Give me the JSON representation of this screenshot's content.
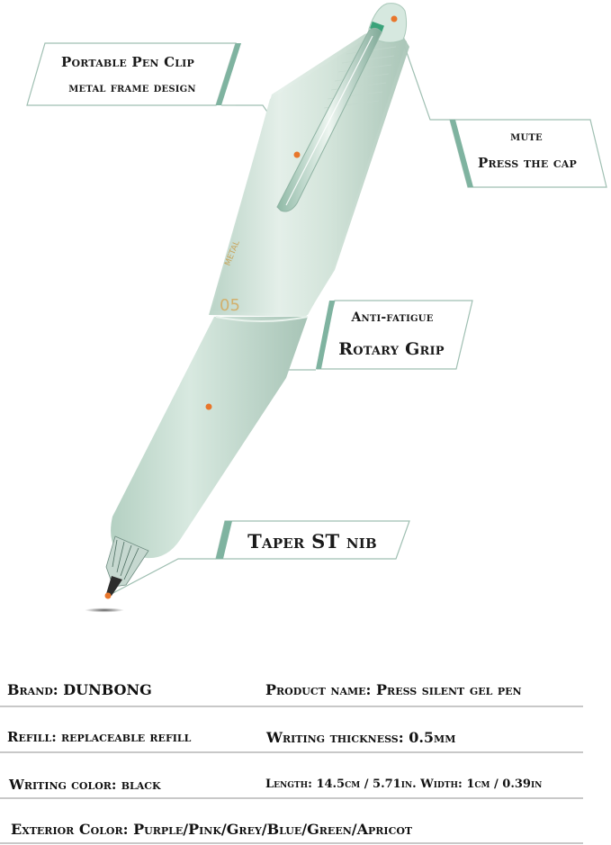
{
  "product": {
    "type": "retractable gel pen product infographic",
    "pen_color": "#cfe3d8",
    "accent_color": "#7fb3a0",
    "marker_color": "#e8762b"
  },
  "callouts": [
    {
      "id": "clip",
      "lines": [
        "Portable Pen Clip",
        "metal frame design"
      ]
    },
    {
      "id": "mute",
      "lines": [
        "mute",
        "Press the cap"
      ]
    },
    {
      "id": "grip",
      "lines": [
        "Anti-fatigue",
        "Rotary Grip"
      ]
    },
    {
      "id": "nib",
      "lines": [
        "Taper ST nib"
      ]
    }
  ],
  "pen_label": {
    "brand_mark": "METAL",
    "size": "05"
  },
  "specs": {
    "rows": [
      {
        "left": "Brand: DUNBONG",
        "right": "Product name: Press silent gel pen"
      },
      {
        "left": "Refill: replaceable refill",
        "right": "Writing thickness: 0.5mm"
      },
      {
        "left": "Writing color: black",
        "right": "Length: 14.5cm / 5.71in. Width: 1cm / 0.39in"
      },
      {
        "full": "Exterior Color: Purple/Pink/Grey/Blue/Green/Apricot"
      }
    ]
  }
}
